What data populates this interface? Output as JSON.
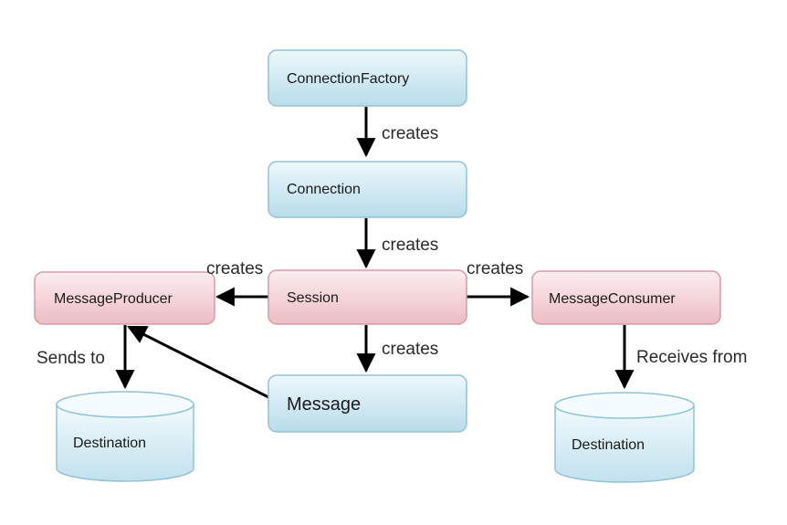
{
  "diagram": {
    "colors": {
      "blue_fill_top": "#eef8fc",
      "blue_fill_bottom": "#b8dcea",
      "blue_stroke": "#8fc3d6",
      "red_fill_top": "#fbeef0",
      "red_fill_bottom": "#ecbcc4",
      "red_stroke": "#d99aa5",
      "arrow": "#000000"
    },
    "nodes": {
      "connection_factory": "ConnectionFactory",
      "connection": "Connection",
      "session": "Session",
      "message_producer": "MessageProducer",
      "message_consumer": "MessageConsumer",
      "message": "Message",
      "destination_left": "Destination",
      "destination_right": "Destination"
    },
    "edges": {
      "factory_creates": "creates",
      "connection_creates": "creates",
      "session_creates_producer": "creates",
      "session_creates_consumer": "creates",
      "session_creates_message": "creates",
      "producer_sends_to": "Sends to",
      "consumer_receives_from": "Receives from"
    }
  }
}
